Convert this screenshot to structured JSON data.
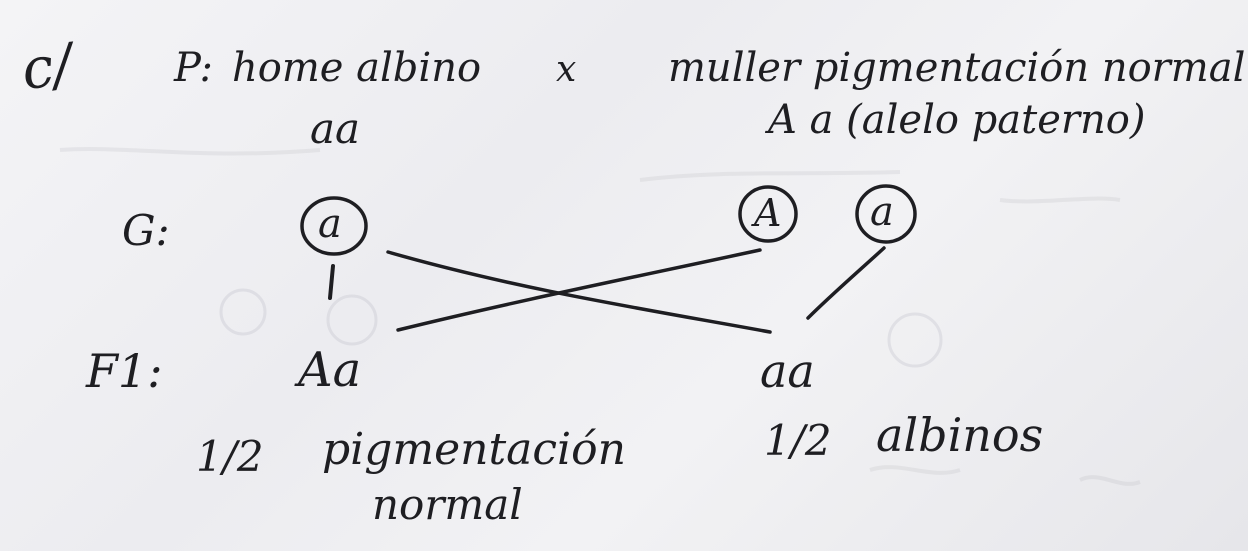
{
  "note": {
    "item_mark": "c/",
    "parents": {
      "label": "P:",
      "male": "home albino",
      "cross": "x",
      "female": "muller pigmentación normal",
      "male_genotype": "aa",
      "female_genotype": "A a (alelo paterno)"
    },
    "gametes": {
      "label": "G:",
      "male": [
        "a"
      ],
      "female": [
        "A",
        "a"
      ]
    },
    "f1": {
      "label": "F1:",
      "genotypes": [
        "Aa",
        "aa"
      ]
    },
    "results": {
      "left_ratio": "1/2",
      "left_text_line1": "pigmentación",
      "left_text_line2": "normal",
      "right_ratio": "1/2",
      "right_text": "albinos"
    }
  }
}
